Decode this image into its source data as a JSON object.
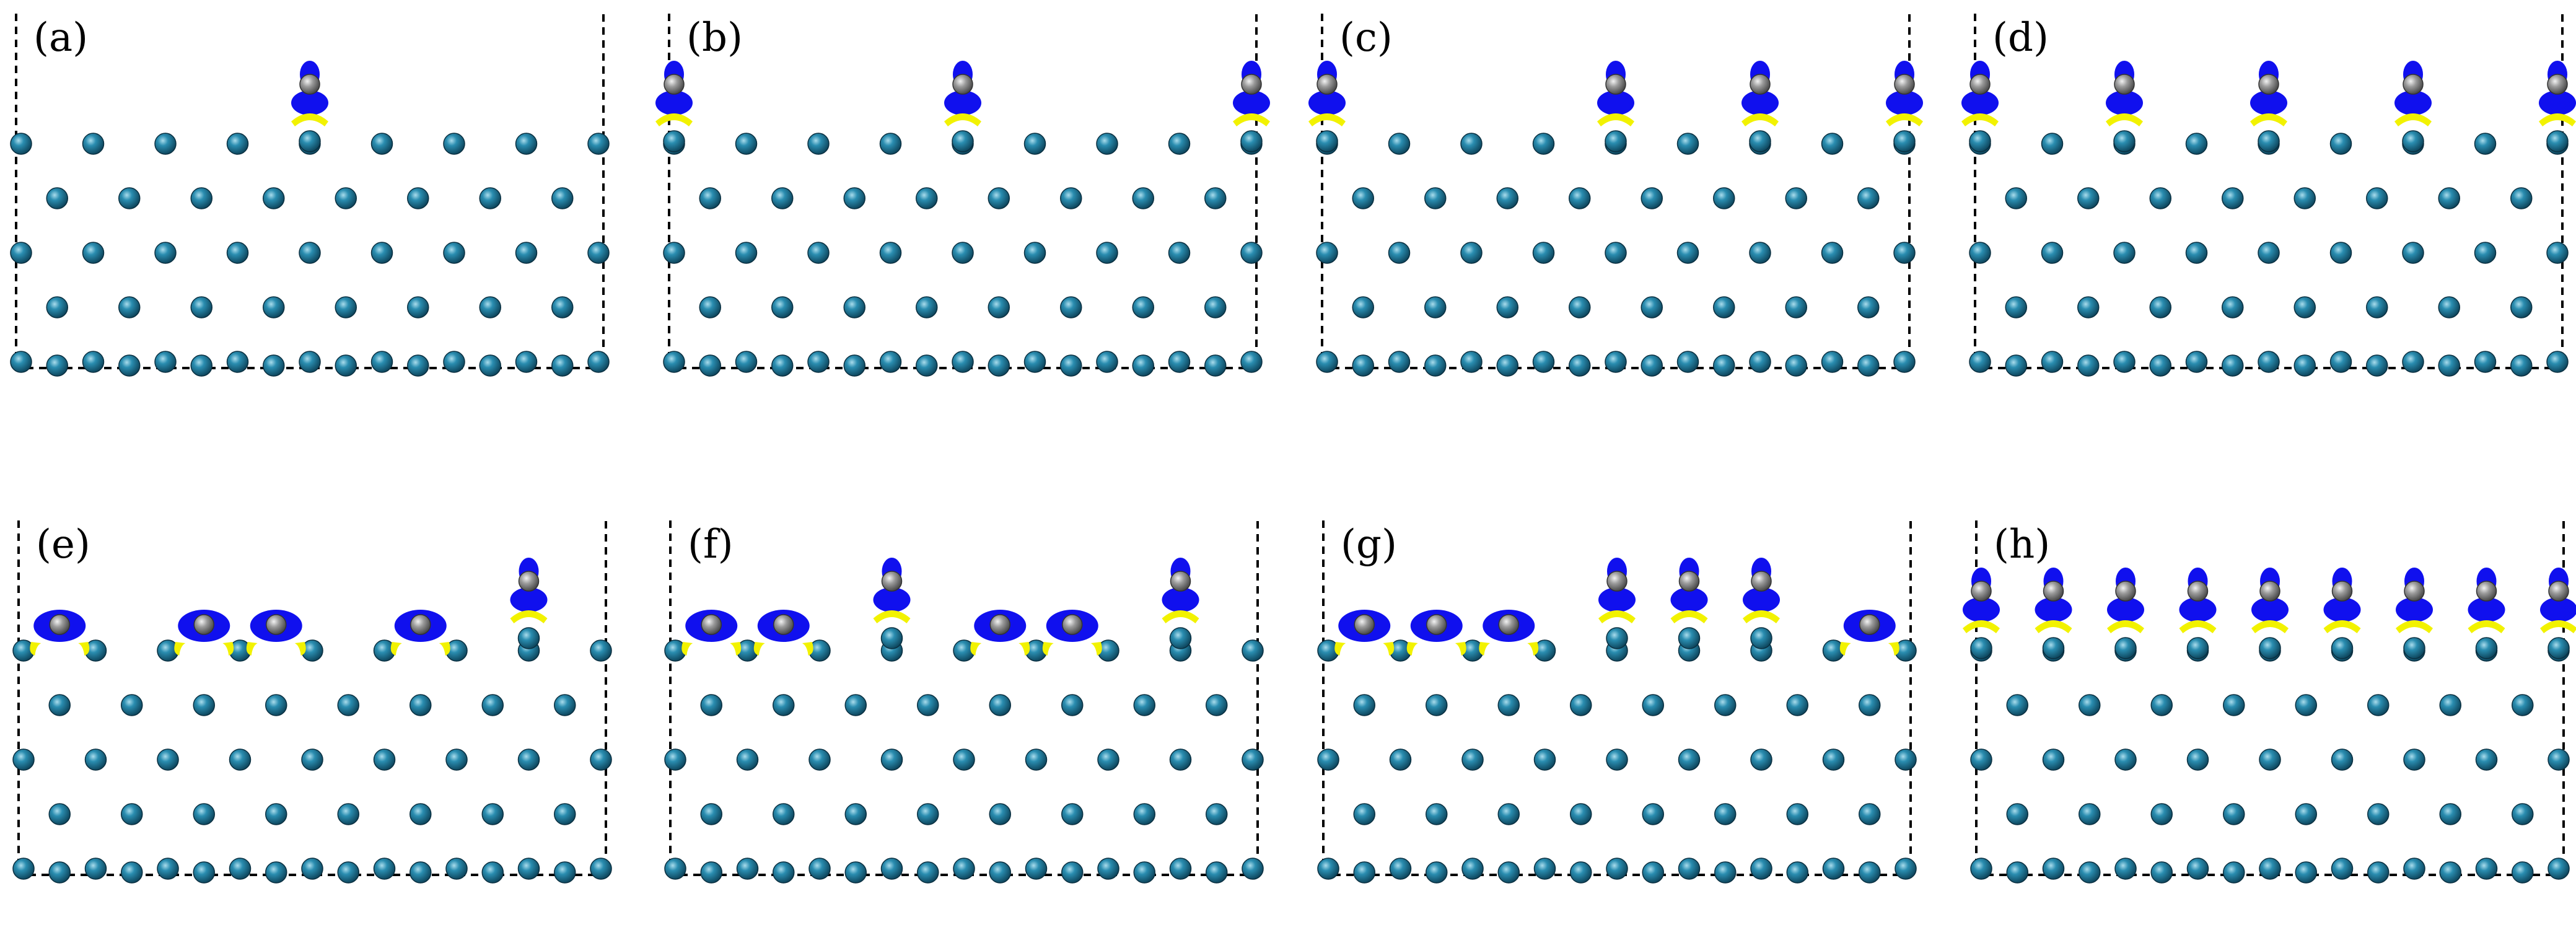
{
  "panels": [
    {
      "id": "a",
      "label": "(a)",
      "adsorbates": [
        {
          "type": "top",
          "row": 0,
          "col": 4
        }
      ]
    },
    {
      "id": "b",
      "label": "(b)",
      "adsorbates": [
        {
          "type": "top",
          "row": 0,
          "col": 0
        },
        {
          "type": "top",
          "row": 0,
          "col": 4
        },
        {
          "type": "top",
          "row": 0,
          "col": 8
        }
      ]
    },
    {
      "id": "c",
      "label": "(c)",
      "adsorbates": [
        {
          "type": "top",
          "row": 0,
          "col": 0
        },
        {
          "type": "top",
          "row": 0,
          "col": 4
        },
        {
          "type": "top",
          "row": 0,
          "col": 6
        },
        {
          "type": "top",
          "row": 0,
          "col": 8
        }
      ]
    },
    {
      "id": "d",
      "label": "(d)",
      "adsorbates": [
        {
          "type": "top",
          "row": 0,
          "col": 0
        },
        {
          "type": "top",
          "row": 0,
          "col": 2
        },
        {
          "type": "top",
          "row": 0,
          "col": 4
        },
        {
          "type": "top",
          "row": 0,
          "col": 6
        },
        {
          "type": "top",
          "row": 0,
          "col": 8
        }
      ]
    },
    {
      "id": "e",
      "label": "(e)",
      "adsorbates": [
        {
          "type": "bridge",
          "row": 0,
          "col": 0.5
        },
        {
          "type": "bridge",
          "row": 0,
          "col": 2.5
        },
        {
          "type": "bridge",
          "row": 0,
          "col": 3.5
        },
        {
          "type": "bridge",
          "row": 0,
          "col": 5.5
        },
        {
          "type": "top",
          "row": -1,
          "col": 7
        }
      ]
    },
    {
      "id": "f",
      "label": "(f)",
      "adsorbates": [
        {
          "type": "bridge",
          "row": 0,
          "col": 0.5
        },
        {
          "type": "bridge",
          "row": 0,
          "col": 1.5
        },
        {
          "type": "top",
          "row": -1,
          "col": 3
        },
        {
          "type": "bridge",
          "row": 0,
          "col": 4.5
        },
        {
          "type": "bridge",
          "row": 0,
          "col": 5.5
        },
        {
          "type": "top",
          "row": -1,
          "col": 7
        }
      ]
    },
    {
      "id": "g",
      "label": "(g)",
      "adsorbates": [
        {
          "type": "bridge",
          "row": 0,
          "col": 0.5
        },
        {
          "type": "bridge",
          "row": 0,
          "col": 1.5
        },
        {
          "type": "bridge",
          "row": 0,
          "col": 2.5
        },
        {
          "type": "top",
          "row": -1,
          "col": 4
        },
        {
          "type": "top",
          "row": -1,
          "col": 5
        },
        {
          "type": "top",
          "row": -1,
          "col": 6
        },
        {
          "type": "bridge",
          "row": 0,
          "col": 7.5
        }
      ]
    },
    {
      "id": "h",
      "label": "(h)",
      "adsorbates": [
        {
          "type": "top",
          "row": 0,
          "col": 0
        },
        {
          "type": "top",
          "row": 0,
          "col": 1
        },
        {
          "type": "top",
          "row": 0,
          "col": 2
        },
        {
          "type": "top",
          "row": 0,
          "col": 3
        },
        {
          "type": "top",
          "row": 0,
          "col": 4
        },
        {
          "type": "top",
          "row": 0,
          "col": 5
        },
        {
          "type": "top",
          "row": 0,
          "col": 6
        },
        {
          "type": "top",
          "row": 0,
          "col": 7
        },
        {
          "type": "top",
          "row": 0,
          "col": 8
        }
      ]
    }
  ],
  "colors": {
    "metal_atom": "#1a6e8e",
    "metal_highlight": "#7fc3d9",
    "carbon_atom": "#8a8a8a",
    "carbon_highlight": "#e6e6e6",
    "charge_depletion": "#1010ee",
    "charge_accumulation": "#f2f200",
    "cell_border": "#000000"
  }
}
